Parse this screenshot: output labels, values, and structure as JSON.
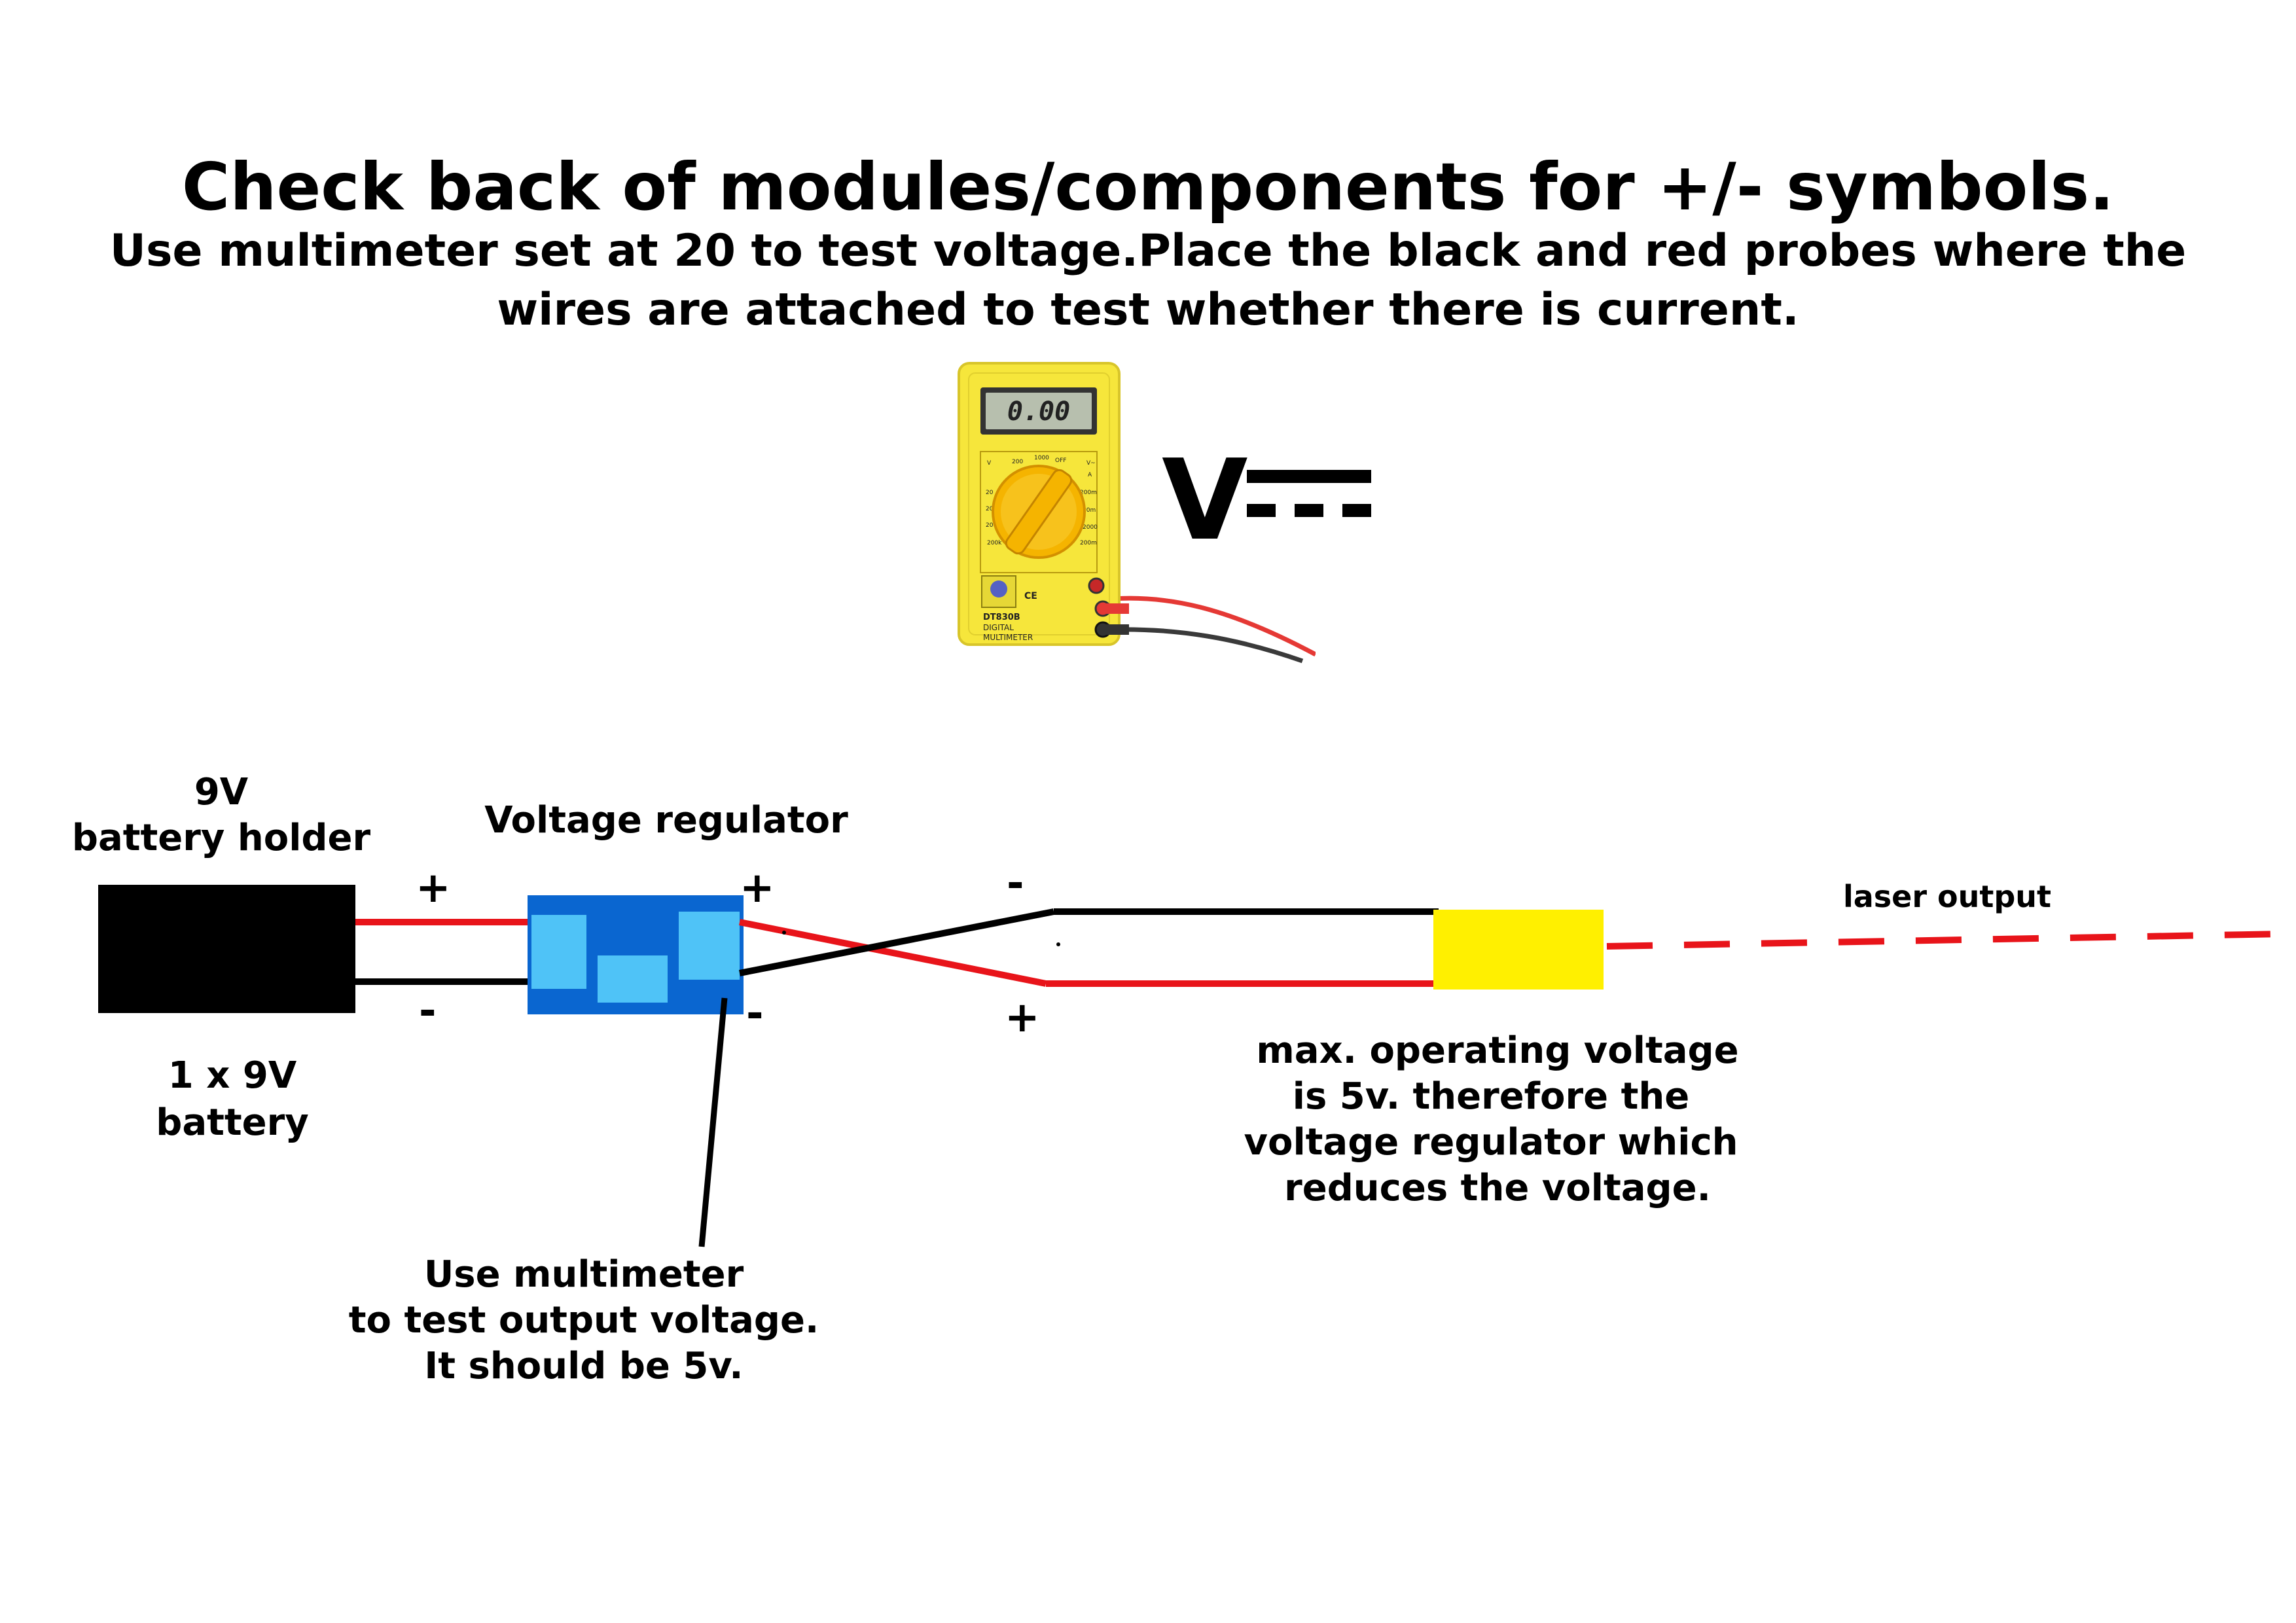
{
  "header": {
    "title": "Check back of modules/components for +/- symbols.",
    "subtitle_line1": "Use multimeter set at 20 to test voltage.Place the black and red probes where the",
    "subtitle_line2": "wires are attached to test whether there is current."
  },
  "multimeter": {
    "display_value": "0.00",
    "model": "DT830B",
    "label_line1": "DIGITAL",
    "label_line2": "MULTIMETER",
    "body_color": "#f6e63b",
    "dial_color": "#f5b400",
    "dc_voltage_symbol": "V"
  },
  "diagram": {
    "battery_holder_label_line1": "9V",
    "battery_holder_label_line2": "battery holder",
    "battery_label_line1": "1 x 9V",
    "battery_label_line2": "battery",
    "regulator_label": "Voltage regulator",
    "battery_plus": "+",
    "battery_minus": "-",
    "regulator_plus": "+",
    "regulator_minus": "-",
    "laser_plus": "+",
    "laser_minus": "-",
    "laser_output_label": "laser output",
    "note_line1": "max. operating voltage",
    "note_line2": "is 5v. therefore the",
    "note_line3": "voltage regulator which",
    "note_line4": "reduces the voltage.",
    "test_line1": "Use multimeter",
    "test_line2": "to test output voltage.",
    "test_line3": "It should be 5v.",
    "colors": {
      "battery": "#000000",
      "regulator": "#0a66d0",
      "regulator_pad": "#4fc3f7",
      "laser_module": "#fff000",
      "positive_wire": "#e8141a",
      "negative_wire": "#000000",
      "laser_beam": "#e8141a"
    }
  }
}
